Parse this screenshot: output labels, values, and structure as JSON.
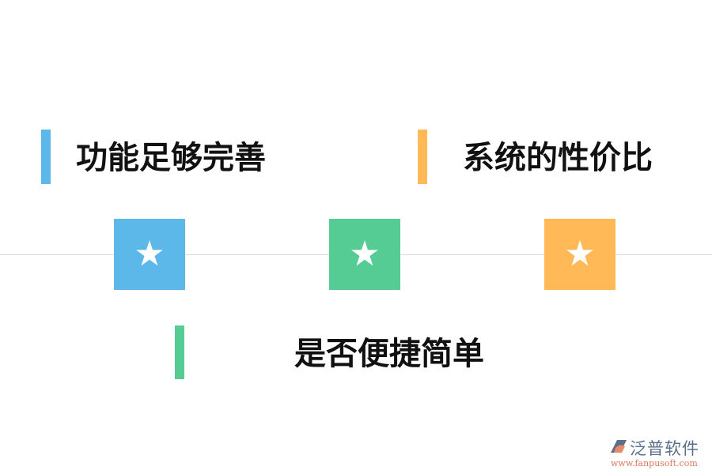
{
  "colors": {
    "blue": "#5bb8e8",
    "green": "#55cc94",
    "orange": "#ffb956",
    "divider": "#d9d9d9",
    "text": "#111111"
  },
  "items": [
    {
      "label": "功能足够完善",
      "accent": "blue"
    },
    {
      "label": "系统的性价比",
      "accent": "orange"
    },
    {
      "label": "是否便捷简单",
      "accent": "green"
    }
  ],
  "markers": [
    {
      "icon": "star-icon",
      "glyph": "★",
      "color": "blue"
    },
    {
      "icon": "star-icon",
      "glyph": "★",
      "color": "green"
    },
    {
      "icon": "star-icon",
      "glyph": "★",
      "color": "orange"
    }
  ],
  "watermark": {
    "name": "泛普软件",
    "url": "www.fanpusoft.com"
  }
}
